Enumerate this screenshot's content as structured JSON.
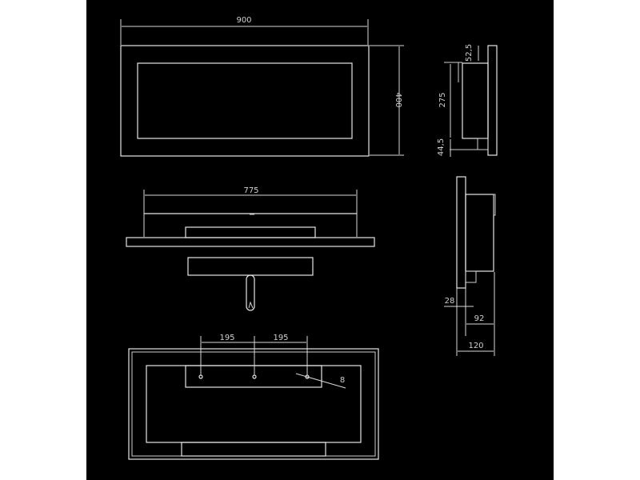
{
  "drawing": {
    "background": "#000000",
    "line_color": "#e6e6e6",
    "views": {
      "front_view": {
        "width_label": "900",
        "height_label": "400"
      },
      "side_view_top": {
        "top_offset_label": "52,5",
        "inner_height_label": "275",
        "bottom_offset_label": "44,5"
      },
      "top_view": {
        "width_label": "775"
      },
      "burner_view": {},
      "back_view": {
        "spacing_left_label": "195",
        "spacing_right_label": "195",
        "hole_diameter_label": "8"
      },
      "side_view_bottom": {
        "offset_label": "28",
        "depth_inner_label": "92",
        "depth_total_label": "120"
      }
    }
  }
}
